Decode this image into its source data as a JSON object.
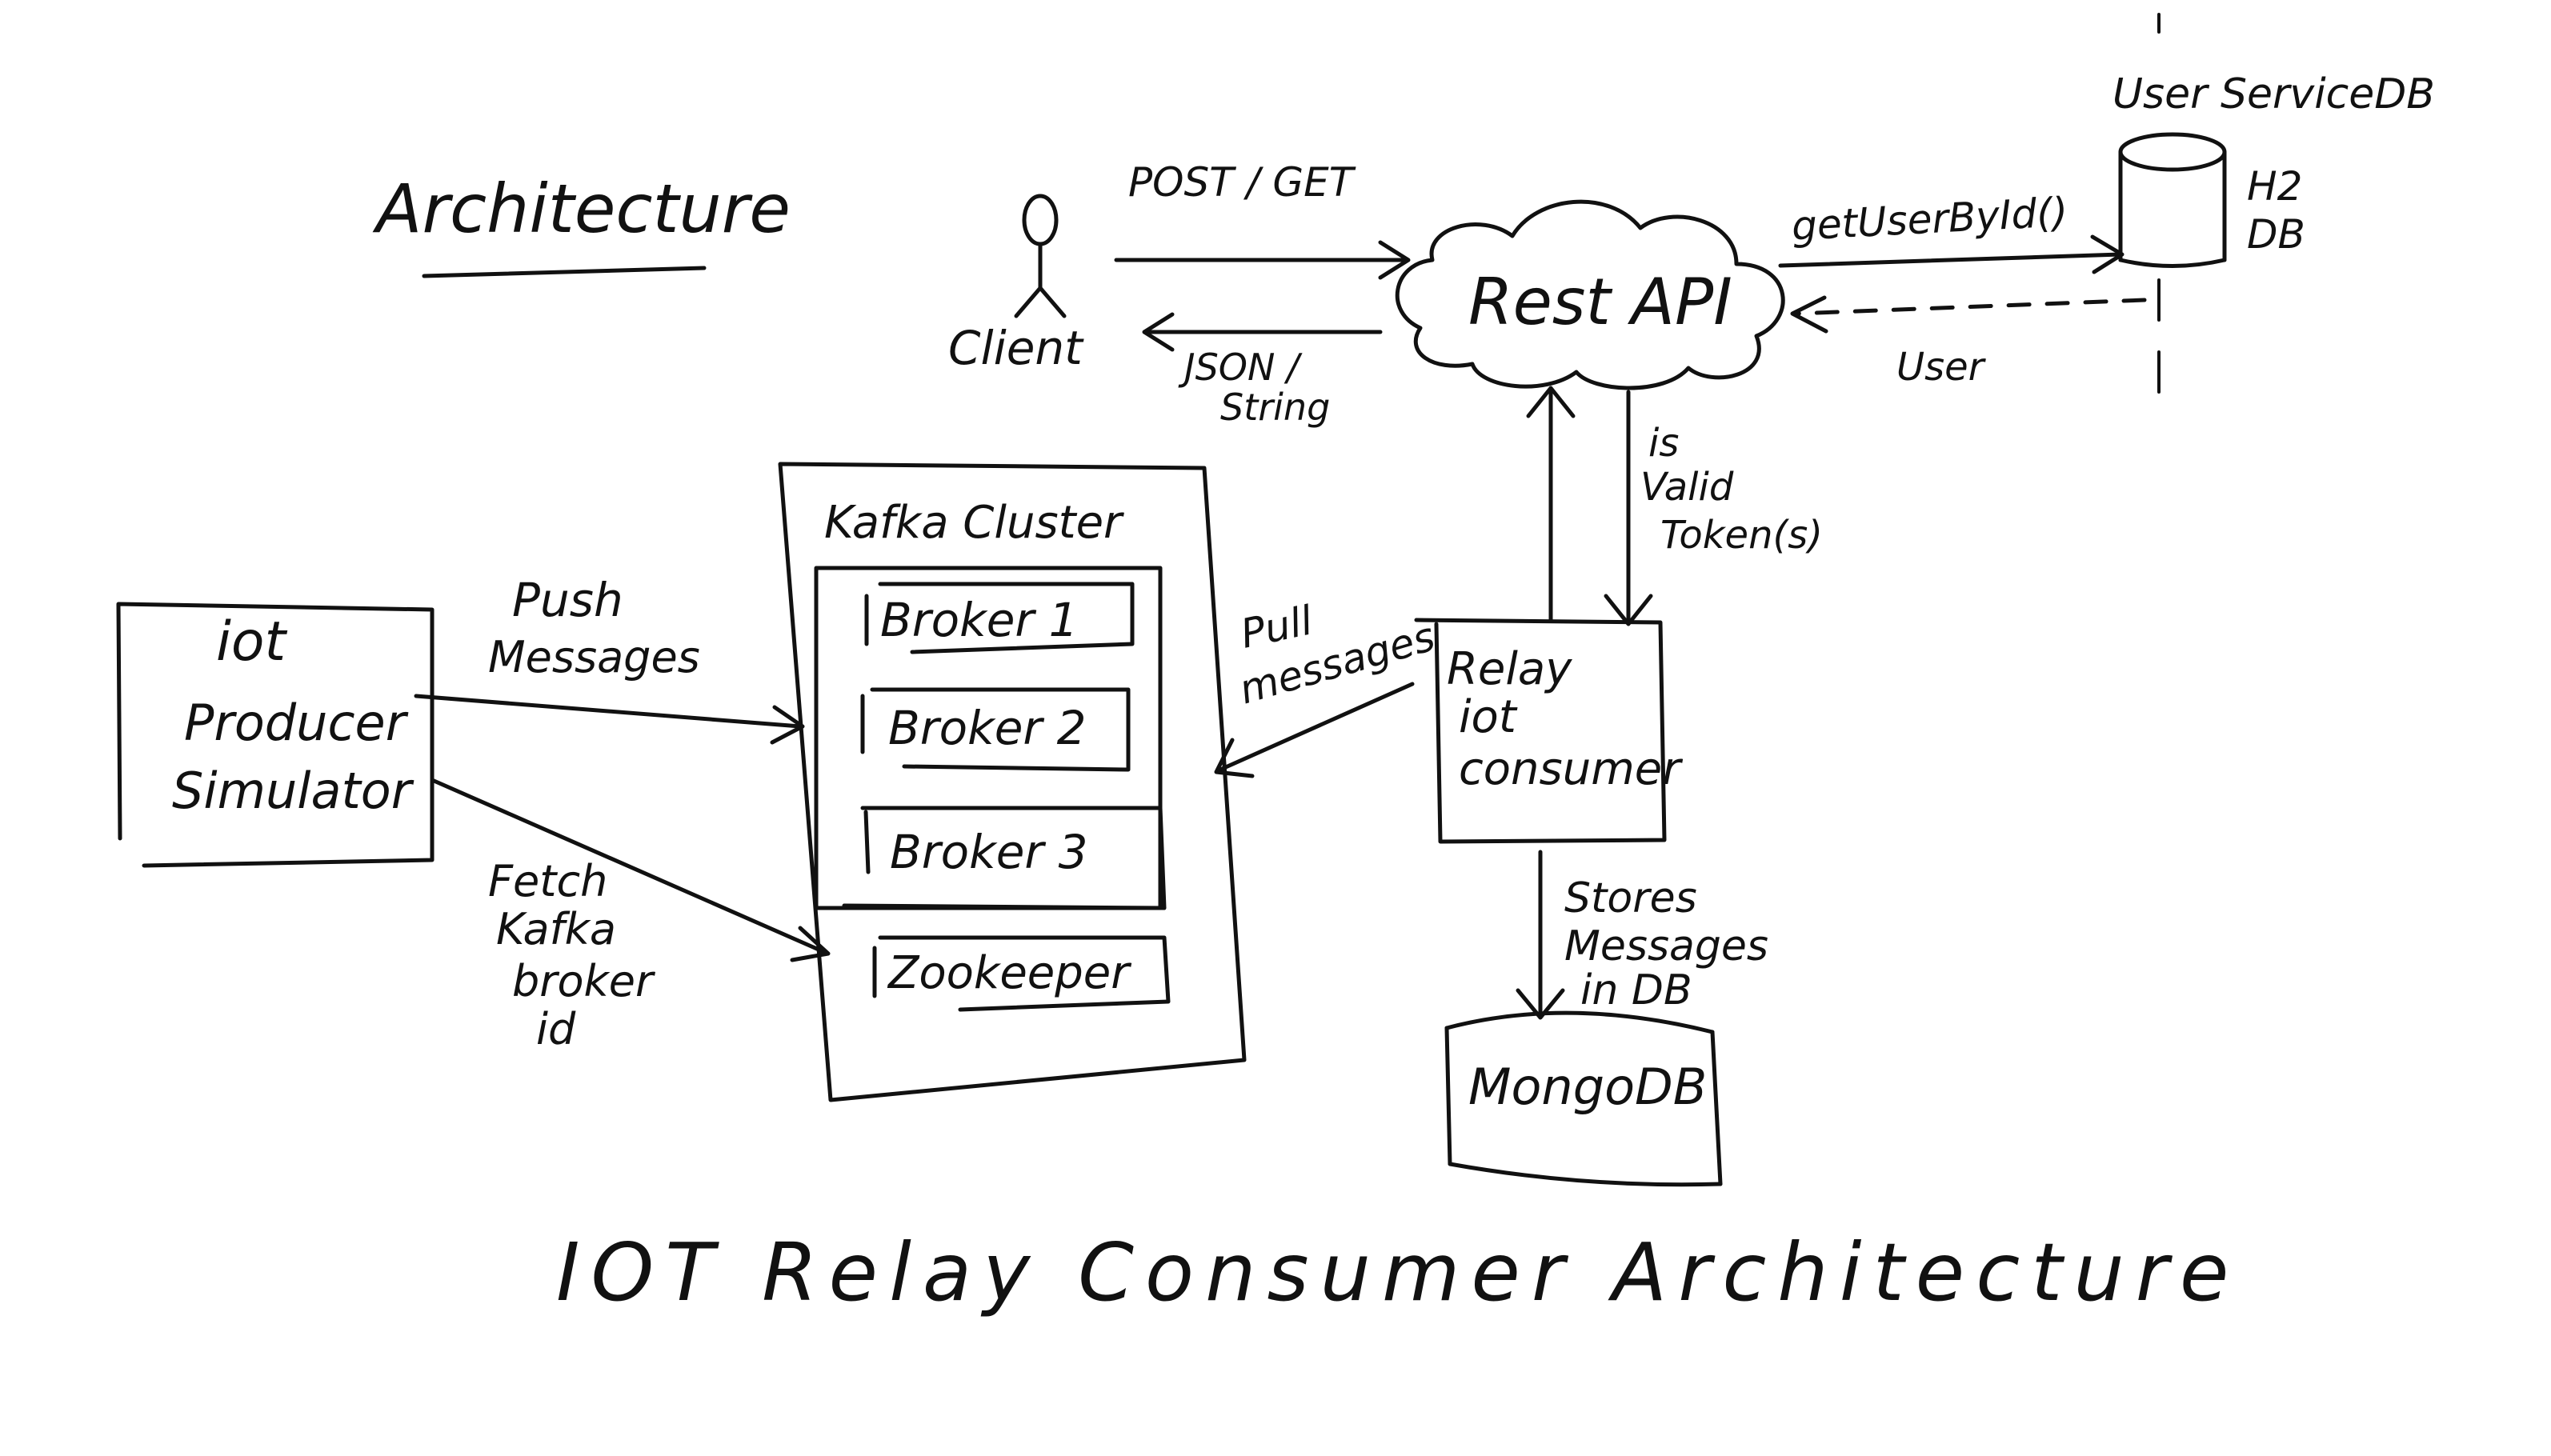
{
  "section_heading": "Architecture",
  "footer_title": "IOT Relay Consumer Architecture",
  "nodes": {
    "client": "Client",
    "rest_api": "Rest API",
    "user_service_db": "User ServiceDB",
    "h2_db_line1": "H2",
    "h2_db_line2": "DB",
    "iot_producer_line1": "iot",
    "iot_producer_line2": "Producer",
    "iot_producer_line3": "Simulator",
    "kafka_cluster": "Kafka Cluster",
    "broker_1": "Broker 1",
    "broker_2": "Broker 2",
    "broker_3": "Broker 3",
    "zookeeper": "Zookeeper",
    "relay_line1": "Relay",
    "relay_line2": "iot",
    "relay_line3": "consumer",
    "mongodb": "MongoDB"
  },
  "edges": {
    "post_get": "POST / GET",
    "json_line1": "JSON /",
    "json_line2": "String",
    "get_user_by_id": "getUserById()",
    "user": "User",
    "is_valid_line1": "is",
    "is_valid_line2": "Valid",
    "is_valid_line3": "Token(s)",
    "push_line1": "Push",
    "push_line2": "Messages",
    "fetch_line1": "Fetch",
    "fetch_line2": "Kafka",
    "fetch_line3": "broker",
    "fetch_line4": "id",
    "pull_line1": "Pull",
    "pull_line2": "messages",
    "stores_line1": "Stores",
    "stores_line2": "Messages",
    "stores_line3": "in DB"
  }
}
